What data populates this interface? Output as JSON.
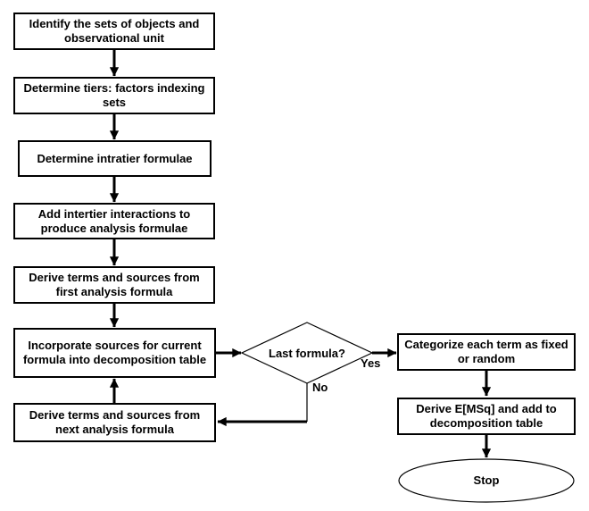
{
  "diagram": {
    "colors": {
      "line": "#000000",
      "shape_fill": "#ffffff",
      "background": "#ffffff",
      "text": "#000000"
    },
    "boxes": [
      {
        "label": "Identify the sets of objects and observational unit"
      },
      {
        "label": "Determine tiers: factors indexing sets"
      },
      {
        "label": "Determine intratier formulae"
      },
      {
        "label": "Add intertier interactions to produce analysis formulae"
      },
      {
        "label": "Derive terms and sources from first analysis formula"
      },
      {
        "label": "Incorporate sources for current formula into decomposition table"
      },
      {
        "label": "Derive terms and sources from next analysis formula"
      },
      {
        "label": "Categorize each term as fixed or random"
      },
      {
        "label": "Derive E[MSq] and add to decomposition table"
      }
    ],
    "decision": {
      "label": "Last formula?",
      "yes_label": "Yes",
      "no_label": "No"
    },
    "terminator": {
      "label": "Stop"
    }
  }
}
